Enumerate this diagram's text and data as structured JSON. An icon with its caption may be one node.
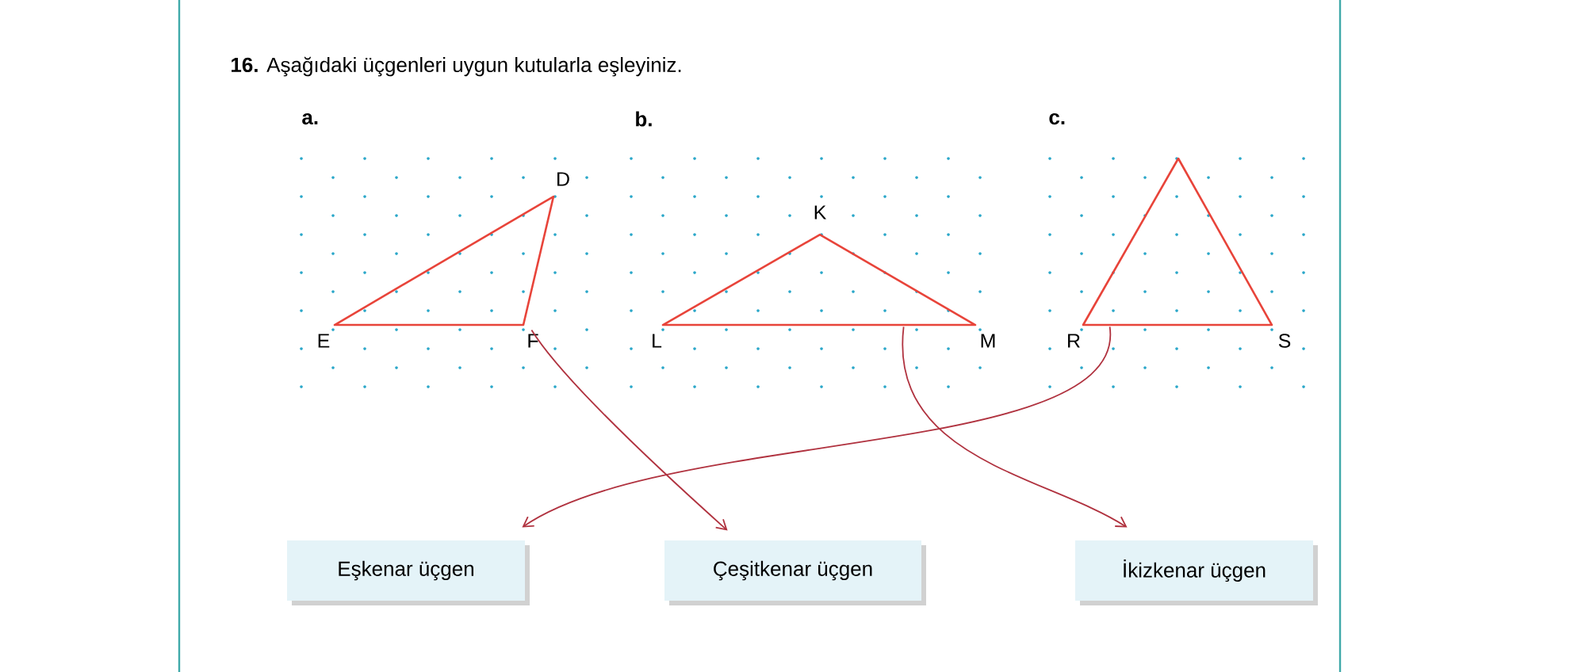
{
  "diagram": {
    "title": "**16.** Aşağıdaki üçgenleri uygun kutularla eşleyiniz.",
    "nodes": [
      {
        "text": [],
        "shape": "triangle",
        "beside": [
          "D",
          "E",
          "F"
        ]
      },
      {
        "text": [],
        "shape": "triangle",
        "beside": [
          "K",
          "L",
          "M"
        ]
      },
      {
        "text": [],
        "shape": "triangle",
        "beside": [
          "R",
          "S"
        ]
      },
      {
        "text": [
          "Eşkenar üçgen"
        ]
      },
      {
        "text": [
          "Çeşitkenar üçgen"
        ]
      },
      {
        "text": [
          "İkizkenar üçgen"
        ]
      }
    ],
    "edges": [
      {
        "from": 0,
        "to": 4,
        "arrow": "to"
      },
      {
        "from": 1,
        "to": 5,
        "arrow": "to"
      },
      {
        "from": 2,
        "to": 3,
        "arrow": "to"
      }
    ],
    "labels": [
      "a.",
      "b.",
      "c."
    ]
  }
}
